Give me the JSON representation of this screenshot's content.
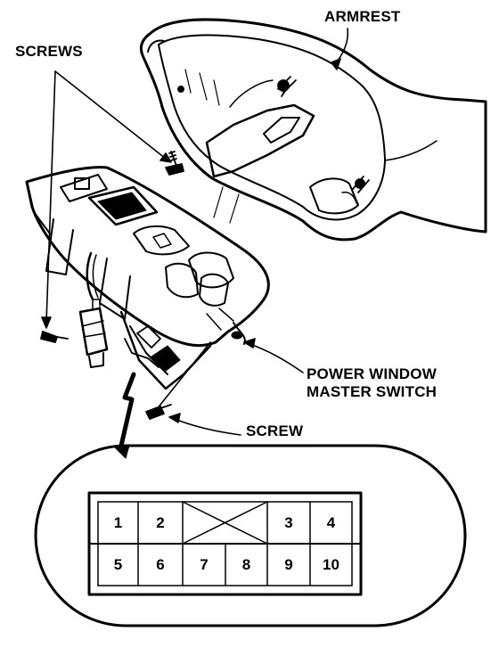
{
  "callouts": {
    "armrest": "ARMREST",
    "screws": "SCREWS",
    "power_window_line1": "POWER WINDOW",
    "power_window_line2": "MASTER SWITCH",
    "screw": "SCREW"
  },
  "connector": {
    "top_row": [
      "1",
      "2",
      "",
      "3",
      "4"
    ],
    "bottom_row": [
      "5",
      "6",
      "7",
      "8",
      "9",
      "10"
    ]
  }
}
